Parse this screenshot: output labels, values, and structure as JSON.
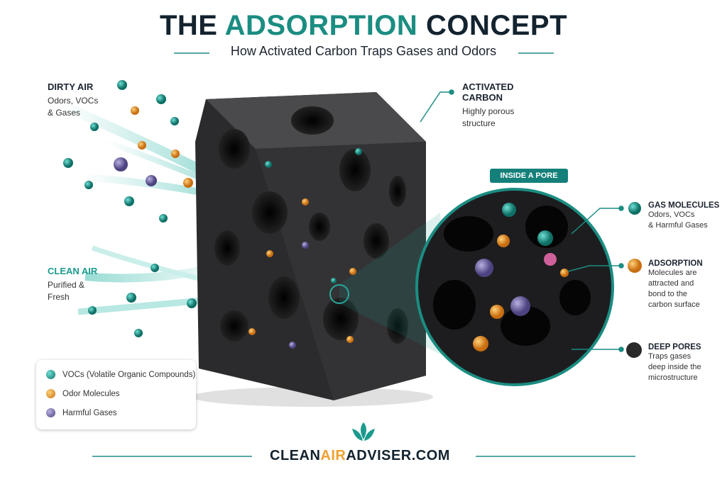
{
  "header": {
    "title_part1": "THE",
    "title_highlight": "ADSORPTION",
    "title_part2": "CONCEPT",
    "subtitle": "How Activated Carbon Traps Gases and Odors"
  },
  "labels": {
    "dirty_air": {
      "title": "DIRTY AIR",
      "line1": "Odors, VOCs",
      "line2": "& Gases"
    },
    "clean_air": {
      "title": "CLEAN AIR",
      "line1": "Purified &",
      "line2": "Fresh"
    },
    "activated_carbon": {
      "title1": "ACTIVATED",
      "title2": "CARBON",
      "line1": "Highly porous",
      "line2": "structure"
    },
    "inside_pore": "INSIDE A PORE",
    "gas_molecules": {
      "title": "GAS MOLECULES",
      "line1": "Odors, VOCs",
      "line2": "& Harmful Gases"
    },
    "adsorption": {
      "title": "ADSORPTION",
      "line1": "Molecules are",
      "line2": "attracted and",
      "line3": "bond to the",
      "line4": "carbon surface"
    },
    "deep_pores": {
      "title": "DEEP PORES",
      "line1": "Traps gases",
      "line2": "deep inside the",
      "line3": "microstructure"
    }
  },
  "legend": [
    {
      "label": "VOCs (Volatile Organic Compounds)",
      "color": "#1b9a8e"
    },
    {
      "label": "Odor Molecules",
      "color": "#ee962c"
    },
    {
      "label": "Harmful Gases",
      "color": "#6e63a0"
    }
  ],
  "footer": {
    "brand_part1": "CLEAN",
    "brand_highlight": "AIR",
    "brand_part2": "ADVISER.COM"
  },
  "colors": {
    "navy": "#13232f",
    "teal": "#1b8d82",
    "orange": "#f0a030"
  }
}
